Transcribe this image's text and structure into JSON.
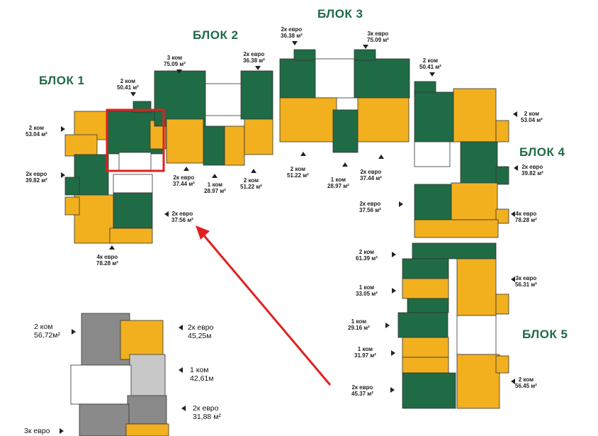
{
  "colors": {
    "green": "#1f6b45",
    "yellow": "#f2b01e",
    "gray": "#8a8a8a",
    "light_gray": "#c8c8c8",
    "highlight": "#e02020"
  },
  "blocks": [
    "БЛОК 1",
    "БЛОК 2",
    "БЛОК 3",
    "БЛОК 4",
    "БЛОК 5"
  ],
  "block1": [
    {
      "l1": "2 ком",
      "l2": "50.41 м²"
    },
    {
      "l1": "2 ком",
      "l2": "53.04 м²"
    },
    {
      "l1": "2к евро",
      "l2": "39.82 м²"
    },
    {
      "l1": "2к евро",
      "l2": "37.56 м²"
    },
    {
      "l1": "4к евро",
      "l2": "78.28 м²"
    }
  ],
  "block2": [
    {
      "l1": "3 ком",
      "l2": "75.09 м²"
    },
    {
      "l1": "2к евро",
      "l2": "36.38 м²"
    },
    {
      "l1": "2к евро",
      "l2": "37.44 м²"
    },
    {
      "l1": "1 ком",
      "l2": "28.97 м²"
    },
    {
      "l1": "2 ком",
      "l2": "51.22 м²"
    }
  ],
  "block3": [
    {
      "l1": "2к евро",
      "l2": "36.38 м²"
    },
    {
      "l1": "3к евро",
      "l2": "75.09 м²"
    },
    {
      "l1": "2 ком",
      "l2": "51.22 м²"
    },
    {
      "l1": "1 ком",
      "l2": "28.97 м²"
    },
    {
      "l1": "2к евро",
      "l2": "37.44 м²"
    }
  ],
  "block4": [
    {
      "l1": "2 ком",
      "l2": "50.41 м²"
    },
    {
      "l1": "2 ком",
      "l2": "53.04 м²"
    },
    {
      "l1": "2к евро",
      "l2": "39.82 м²"
    },
    {
      "l1": "2к евро",
      "l2": "37.56 м²"
    },
    {
      "l1": "4к евро",
      "l2": "78.28 м²"
    }
  ],
  "block5": [
    {
      "l1": "2 ком",
      "l2": "61.39 м²"
    },
    {
      "l1": "1 ком",
      "l2": "33.05 м²"
    },
    {
      "l1": "1 ком",
      "l2": "29.16 м²"
    },
    {
      "l1": "1 ком",
      "l2": "31.97 м²"
    },
    {
      "l1": "2к евро",
      "l2": "45.37 м²"
    },
    {
      "l1": "3к евро",
      "l2": "56.31 м²"
    },
    {
      "l1": "2 ком",
      "l2": "56.45 м²"
    }
  ],
  "detail": [
    {
      "l1": "2 ком",
      "l2": "56,72м²"
    },
    {
      "l1": "2к евро",
      "l2": "45,25м"
    },
    {
      "l1": "1 ком",
      "l2": "42,61м"
    },
    {
      "l1": "2к евро",
      "l2": "31,88 м²"
    },
    {
      "l1": "3к евро",
      "l2": ""
    }
  ]
}
